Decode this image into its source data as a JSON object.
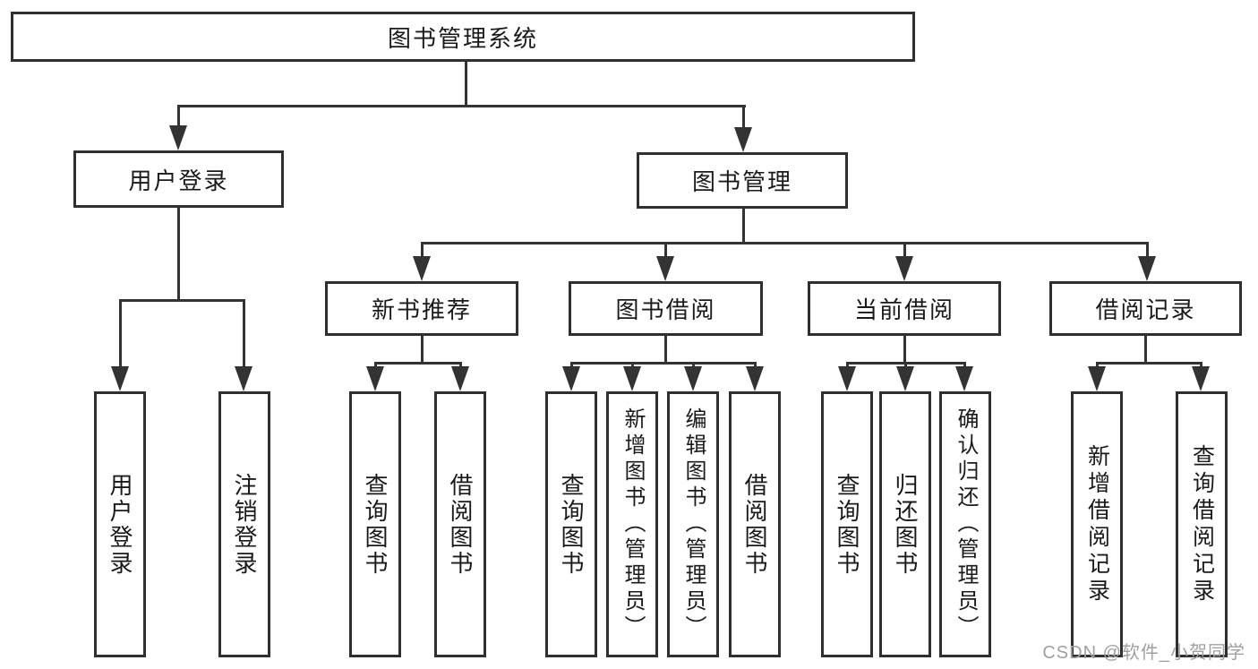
{
  "diagram": {
    "type": "tree",
    "title": "图书管理系统",
    "branches": [
      {
        "label": "用户登录",
        "children": [
          {
            "label": "用户登录"
          },
          {
            "label": "注销登录"
          }
        ]
      },
      {
        "label": "图书管理",
        "children": [
          {
            "label": "新书推荐",
            "children": [
              {
                "label": "查询图书"
              },
              {
                "label": "借阅图书"
              }
            ]
          },
          {
            "label": "图书借阅",
            "children": [
              {
                "label": "查询图书"
              },
              {
                "label": "新增图书（管理员）"
              },
              {
                "label": "编辑图书（管理员）"
              },
              {
                "label": "借阅图书"
              }
            ]
          },
          {
            "label": "当前借阅",
            "children": [
              {
                "label": "查询图书"
              },
              {
                "label": "归还图书"
              },
              {
                "label": "确认归还（管理员）"
              }
            ]
          },
          {
            "label": "借阅记录",
            "children": [
              {
                "label": "新增借阅记录"
              },
              {
                "label": "查询借阅记录"
              }
            ]
          }
        ]
      }
    ]
  },
  "watermark": {
    "text": "CSDN @软件_小贺同学"
  },
  "colors": {
    "line": "#333333",
    "border": "#2f2f2f",
    "text": "#1a1a1a",
    "watermark": "#a0a0a0",
    "background": "#ffffff"
  }
}
